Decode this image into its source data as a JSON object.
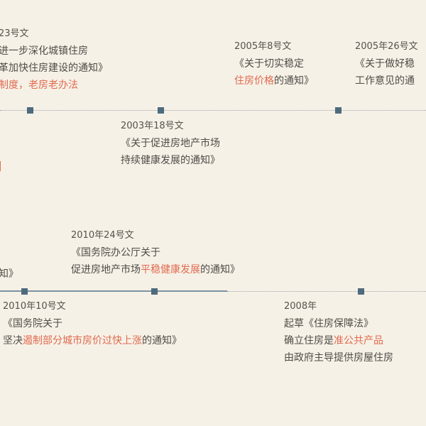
{
  "timeline_top": {
    "events": [
      {
        "id": "23号文",
        "lines": [
          [
            {
              "t": "进一步深化城镇住房",
              "hl": false
            }
          ],
          [
            {
              "t": "革加快住房建设的通知》",
              "hl": false
            }
          ],
          [
            {
              "t": "制度，老房老办法",
              "hl": true
            }
          ]
        ]
      },
      {
        "id": "2005年8号文",
        "lines": [
          [
            {
              "t": "《关于切实稳定",
              "hl": false
            }
          ],
          [
            {
              "t": "住房价格",
              "hl": true
            },
            {
              "t": "的通知》",
              "hl": false
            }
          ]
        ]
      },
      {
        "id": "2005年26号文",
        "lines": [
          [
            {
              "t": "《关于做好稳",
              "hl": false
            }
          ],
          [
            {
              "t": "工作意见的通",
              "hl": false
            }
          ]
        ]
      },
      {
        "id": "2003年18号文",
        "lines": [
          [
            {
              "t": "《关于促进房地产市场",
              "hl": false
            }
          ],
          [
            {
              "t": "持续健康发展的通知》",
              "hl": false
            }
          ]
        ]
      },
      {
        "id": "",
        "lines": [
          [
            {
              "t": "|",
              "hl": true
            }
          ]
        ]
      }
    ]
  },
  "timeline_bottom": {
    "events": [
      {
        "id": "2010年24号文",
        "lines": [
          [
            {
              "t": "《国务院办公厅关于",
              "hl": false
            }
          ],
          [
            {
              "t": "促进房地产市场",
              "hl": false
            },
            {
              "t": "平稳健康发展",
              "hl": true
            },
            {
              "t": "的通知》",
              "hl": false
            }
          ]
        ]
      },
      {
        "id": "",
        "lines": [
          [
            {
              "t": "知》",
              "hl": false
            }
          ]
        ]
      },
      {
        "id": "2010年10号文",
        "lines": [
          [
            {
              "t": "《国务院关于",
              "hl": false
            }
          ],
          [
            {
              "t": "坚决",
              "hl": false
            },
            {
              "t": "遏制部分城市房价过快上涨",
              "hl": true
            },
            {
              "t": "的通知》",
              "hl": false
            }
          ]
        ]
      },
      {
        "id": "2008年",
        "lines": [
          [
            {
              "t": "起草《住房保障法》",
              "hl": false
            }
          ],
          [
            {
              "t": "确立住房是",
              "hl": false
            },
            {
              "t": "准公共产品",
              "hl": true
            }
          ],
          [
            {
              "t": "由政府主导提供房屋住房",
              "hl": false
            }
          ]
        ]
      }
    ]
  },
  "colors": {
    "background": "#f6f1e7",
    "text": "#4f4c46",
    "highlight": "#e06a4e",
    "marker": "#4e6b7e"
  }
}
